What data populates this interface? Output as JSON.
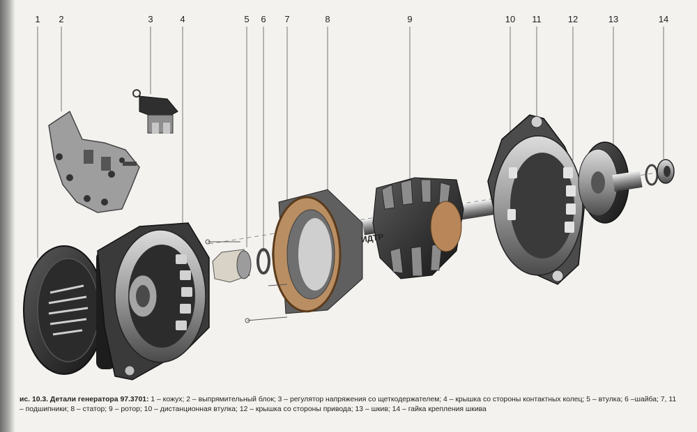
{
  "callouts": [
    "1",
    "2",
    "3",
    "4",
    "5",
    "6",
    "7",
    "8",
    "9",
    "10",
    "11",
    "12",
    "13",
    "14"
  ],
  "rotor_marking": "ИДТР",
  "caption": {
    "figure": "ис. 10.3. Детали генератора 97.3701:",
    "text": " 1 – кожух; 2 – выпрямительный блок; 3 – регулятор напряжения со щеткодержателем; 4 – крышка со стороны контактных колец; 5 – втулка; 6 –шайба; 7, 11 – подшипники; 8 – статор; 9 – ротор; 10 – дистанционная втулка; 12 – крышка со стороны привода; 13 – шкив; 14 – гайка крепления шкива"
  }
}
